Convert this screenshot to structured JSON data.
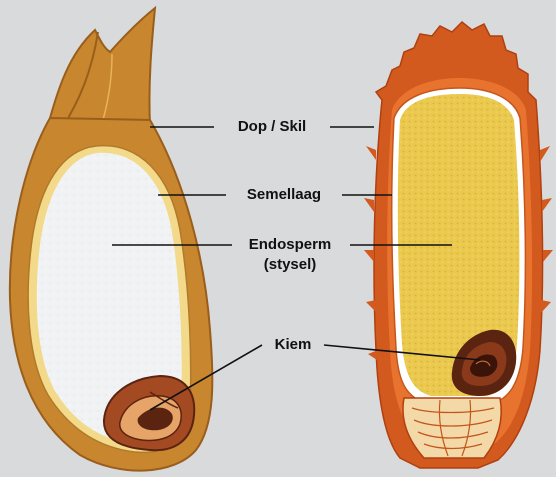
{
  "labels": {
    "hull": "Dop / Skil",
    "aleurone": "Semellaag",
    "endosperm_line1": "Endosperm",
    "endosperm_line2": "(stysel)",
    "germ": "Kiem"
  },
  "colors": {
    "background": "#d9dadc",
    "husk_left": "#c8862e",
    "husk_dark": "#9a5e1c",
    "aleurone_left": "#f3d98a",
    "endosperm_left": "#f1f2f4",
    "husk_right": "#d25a1e",
    "endosperm_right": "#eac94e",
    "germ_dark": "#5a2410",
    "germ_mid": "#a44a22",
    "leader_line": "#111111"
  }
}
